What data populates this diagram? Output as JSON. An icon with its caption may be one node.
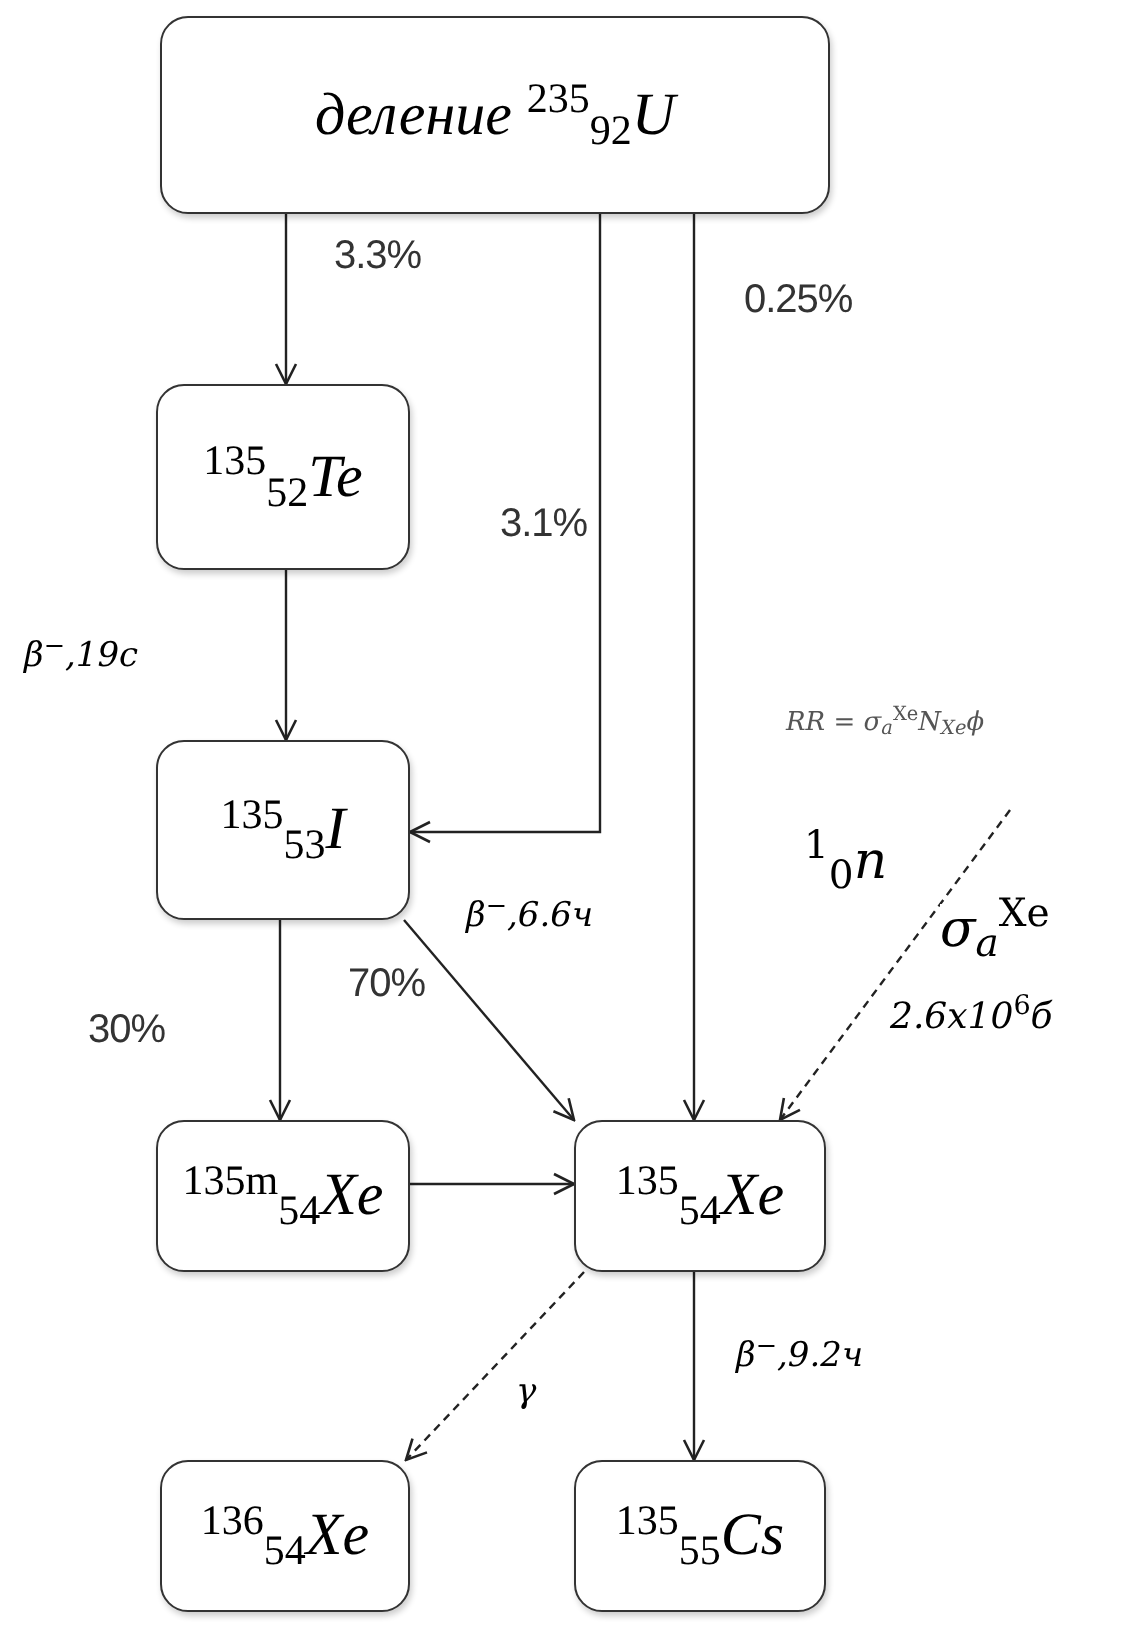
{
  "diagram": {
    "nodes": [
      {
        "text": [
          "деление $^{235}$$_{92}$U"
        ]
      },
      {
        "text": [
          "$^{135}$$_{52}$Te"
        ]
      },
      {
        "text": [
          "$^{135}$$_{53}$I"
        ]
      },
      {
        "text": [
          "$^{135m}$$_{54}$Xe"
        ]
      },
      {
        "text": [
          "$^{135}$$_{54}$Xe"
        ]
      },
      {
        "text": [
          "$^{136}$$_{54}$Xe"
        ]
      },
      {
        "text": [
          "$^{135}$$_{55}$Cs"
        ]
      }
    ],
    "edges": [
      {
        "from": 0,
        "to": 1,
        "arrow": "to",
        "label": "3.3%"
      },
      {
        "from": 0,
        "to": 2,
        "arrow": "to",
        "label": "3.1%"
      },
      {
        "from": 0,
        "to": 4,
        "arrow": "to",
        "label": "0.25%"
      },
      {
        "from": 1,
        "to": 2,
        "arrow": "to",
        "label": "β$^{−}$,19с"
      },
      {
        "from": 2,
        "to": 3,
        "arrow": "to",
        "label": "30%"
      },
      {
        "from": 2,
        "to": 4,
        "arrow": "to",
        "label": "70%"
      },
      {
        "from": 3,
        "to": 4,
        "arrow": "to"
      },
      {
        "from": 4,
        "to": 5,
        "arrow": "to",
        "label": "γ",
        "style": "dashed"
      },
      {
        "from": 4,
        "to": 6,
        "arrow": "to",
        "label": "β$^{−}$,9.2ч"
      },
      {
        "from": null,
        "to": 4,
        "arrow": "to",
        "label": "$^{1}$$_{0}$n",
        "style": "dashed"
      }
    ],
    "labels": [
      "RR = σ$_{a}$$^{Xe}$N$_{Xe}$ϕ",
      "β$^{−}$,6.6ч",
      "σ$_{a}$$^{Xe}$",
      "2.6x10$^{6}$б"
    ]
  }
}
